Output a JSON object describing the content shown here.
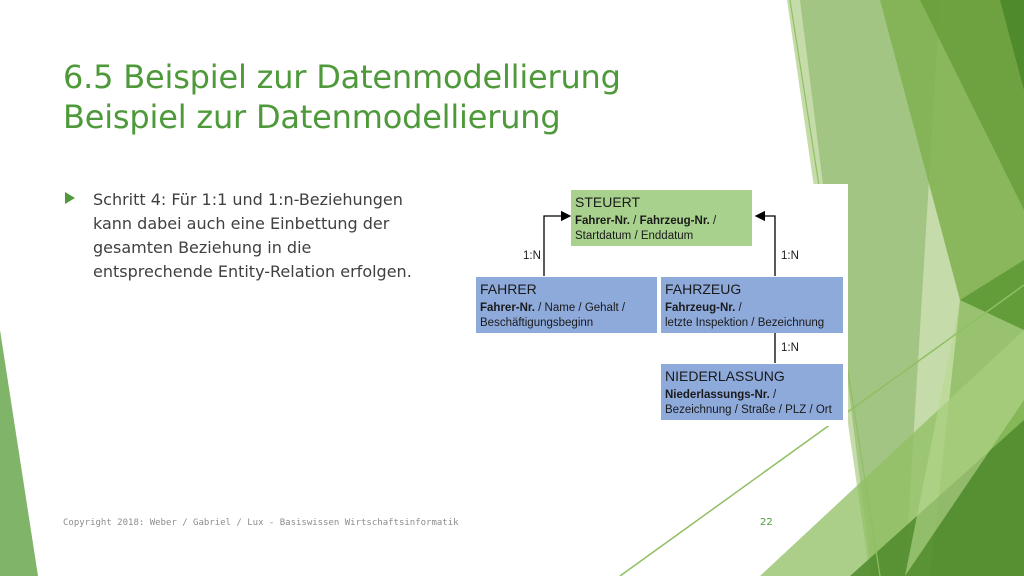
{
  "slide": {
    "title_line1": "6.5 Beispiel zur Datenmodellierung",
    "title_line2": "Beispiel zur Datenmodellierung",
    "bullet": "Schritt 4: Für 1:1 und 1:n-Beziehungen kann dabei auch eine Einbettung der gesamten Beziehung in die entsprechende Entity-Relation erfolgen.",
    "footer": "Copyright 2018: Weber / Gabriel / Lux - Basiswissen Wirtschaftsinformatik",
    "page_number": "22"
  },
  "diagram": {
    "steuert": {
      "name": "STEUERT",
      "key": "Fahrer-Nr.",
      "sep": " / ",
      "key2": "Fahrzeug-Nr.",
      "rest": " /",
      "line2": "Startdatum / Enddatum"
    },
    "fahrer": {
      "name": "FAHRER",
      "key": "Fahrer-Nr.",
      "rest": " / Name / Gehalt /",
      "line2": "Beschäftigungsbeginn"
    },
    "fahrzeug": {
      "name": "FAHRZEUG",
      "key": "Fahrzeug-Nr.",
      "rest": " /",
      "line2": "letzte Inspektion / Bezeichnung"
    },
    "niederlassung": {
      "name": "NIEDERLASSUNG",
      "key": "Niederlassungs-Nr.",
      "rest": " /",
      "line2": "Bezeichnung / Straße / PLZ / Ort"
    },
    "card_fahrer_steuert": "1:N",
    "card_fahrzeug_steuert": "1:N",
    "card_niederlassung_fahrzeug": "1:N"
  },
  "colors": {
    "accent_green": "#4e9a3a",
    "relation_fill": "#a9d18e",
    "entity_fill": "#8eaadb"
  }
}
